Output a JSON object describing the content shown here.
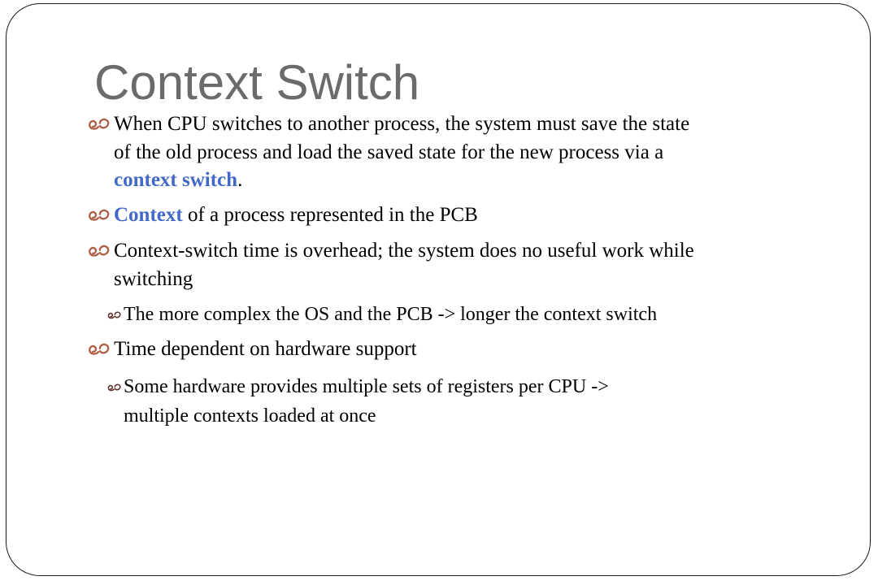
{
  "slide": {
    "title": "Context Switch",
    "colors": {
      "title": "#6b6b6b",
      "text": "#000000",
      "accent_blue": "#4169c8",
      "bullet_level1": "#ae5f45",
      "bullet_level2": "#5d2a24",
      "border": "#1a1a1a"
    },
    "bullet_icon": "ribbon-bow-icon",
    "bullets": [
      {
        "level": 1,
        "segments": [
          {
            "text": "When CPU switches to another process, the system must save the state"
          },
          {
            "break": true
          },
          {
            "text": "of the old process and load the saved state for the new process via a"
          },
          {
            "break": true
          },
          {
            "text": "context switch",
            "style": "accent"
          },
          {
            "text": "."
          }
        ]
      },
      {
        "level": 1,
        "segments": [
          {
            "text": "Context",
            "style": "accent"
          },
          {
            "text": " of a process represented in the PCB"
          }
        ]
      },
      {
        "level": 1,
        "segments": [
          {
            "text": "Context-switch time is overhead; the system does no useful work while"
          },
          {
            "break": true
          },
          {
            "text": "switching"
          }
        ]
      },
      {
        "level": 2,
        "segments": [
          {
            "text": "The more complex the OS and the PCB -> longer the context switch"
          }
        ]
      },
      {
        "level": 1,
        "segments": [
          {
            "text": "Time dependent on hardware support"
          }
        ]
      },
      {
        "level": 2,
        "segments": [
          {
            "text": "Some hardware provides multiple sets of registers per CPU ->"
          },
          {
            "break": true
          },
          {
            "text": "multiple contexts loaded at once"
          }
        ]
      }
    ]
  }
}
